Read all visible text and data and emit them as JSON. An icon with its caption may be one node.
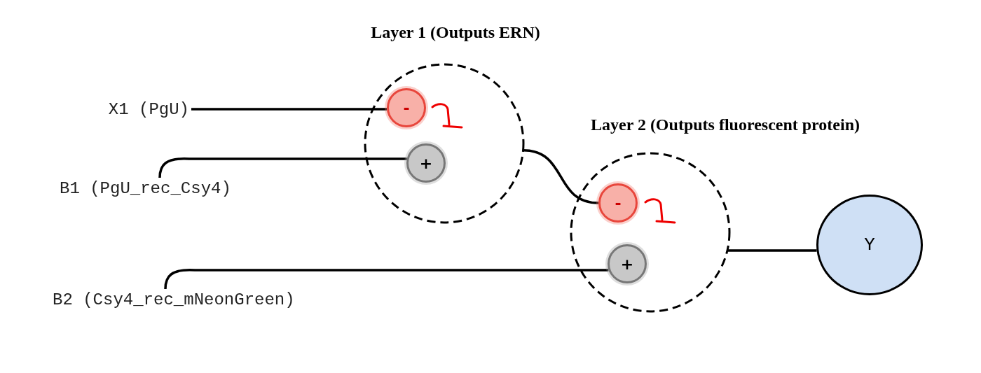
{
  "diagram": {
    "nodes": [
      {
        "text": [
          "X1 (PgU)"
        ]
      },
      {
        "text": [
          "B1 (PgU_rec_Csy4)"
        ]
      },
      {
        "text": [
          "Layer 1 (Outputs ERN)"
        ]
      },
      {
        "text": [
          "-"
        ],
        "in": 2
      },
      {
        "text": [
          "+"
        ],
        "in": 2
      },
      {
        "text": [
          "B2 (Csy4_rec_mNeonGreen)"
        ]
      },
      {
        "text": [
          "Layer 2 (Outputs fluorescent protein)"
        ]
      },
      {
        "text": [
          "-"
        ],
        "in": 6
      },
      {
        "text": [
          "+"
        ],
        "in": 6
      },
      {
        "text": [
          "Y"
        ]
      }
    ],
    "edges": [
      {
        "from": 0,
        "to": 3,
        "arrow": "none"
      },
      {
        "from": 1,
        "to": 4,
        "arrow": "none"
      },
      {
        "from": 2,
        "to": 7,
        "arrow": "none"
      },
      {
        "from": 5,
        "to": 8,
        "arrow": "none"
      },
      {
        "from": 6,
        "to": 9,
        "arrow": "none"
      }
    ]
  }
}
